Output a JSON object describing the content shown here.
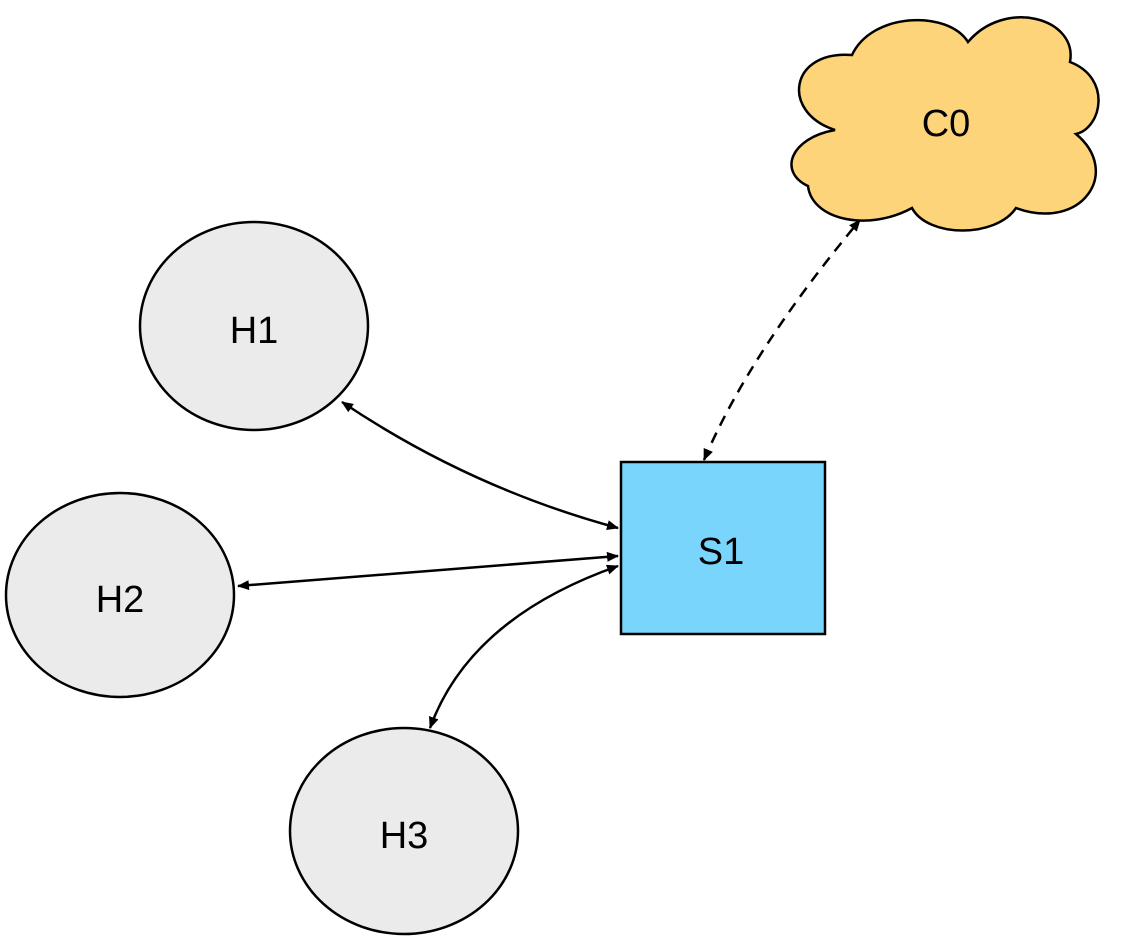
{
  "diagram": {
    "nodes": [
      {
        "id": "c0",
        "label": "C0",
        "shape": "cloud"
      },
      {
        "id": "h1",
        "label": "H1",
        "shape": "ellipse"
      },
      {
        "id": "h2",
        "label": "H2",
        "shape": "ellipse"
      },
      {
        "id": "h3",
        "label": "H3",
        "shape": "ellipse"
      },
      {
        "id": "s1",
        "label": "S1",
        "shape": "rectangle"
      }
    ],
    "edges": [
      {
        "from": "h1",
        "to": "s1",
        "style": "solid",
        "direction": "both"
      },
      {
        "from": "h2",
        "to": "s1",
        "style": "solid",
        "direction": "both"
      },
      {
        "from": "h3",
        "to": "s1",
        "style": "solid",
        "direction": "both"
      },
      {
        "from": "s1",
        "to": "c0",
        "style": "dashed",
        "direction": "both"
      }
    ]
  },
  "colors": {
    "host_fill": "#ebebeb",
    "switch_fill": "#7ad5fd",
    "controller_fill": "#fed47b",
    "stroke": "#000000"
  }
}
